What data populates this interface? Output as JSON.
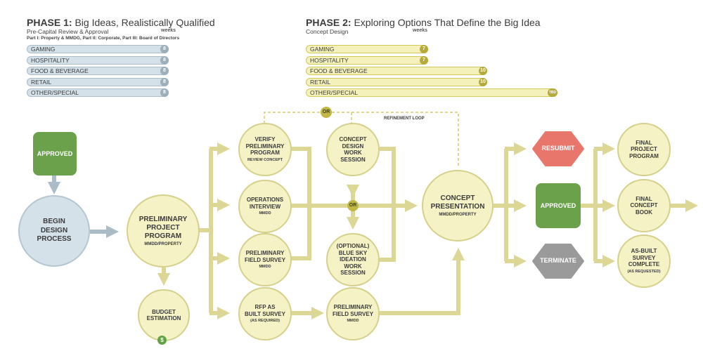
{
  "phase1": {
    "label": "PHASE 1:",
    "title": " Big Ideas, Realistically Qualified",
    "subtitle": "Pre-Capital Review & Approval",
    "weeks_label": "weeks",
    "parts": "Part I: Property & MMDG, Part II: Corporate, Part III: Board of Directors",
    "bars": [
      {
        "label": "GAMING",
        "weeks": "8"
      },
      {
        "label": "HOSPITALITY",
        "weeks": "8"
      },
      {
        "label": "FOOD & BEVERAGE",
        "weeks": "8"
      },
      {
        "label": "RETAIL",
        "weeks": "8"
      },
      {
        "label": "OTHER/SPECIAL",
        "weeks": "8"
      }
    ]
  },
  "phase2": {
    "label": "PHASE 2:",
    "title": " Exploring Options That Define the Big Idea",
    "subtitle": "Concept Design",
    "weeks_label": "weeks",
    "bars": [
      {
        "label": "GAMING",
        "weeks": "7"
      },
      {
        "label": "HOSPITALITY",
        "weeks": "7"
      },
      {
        "label": "FOOD & BEVERAGE",
        "weeks": "10"
      },
      {
        "label": "RETAIL",
        "weeks": "10"
      },
      {
        "label": "OTHER/SPECIAL",
        "weeks": "TBD"
      }
    ]
  },
  "flow": {
    "approved_start": "APPROVED",
    "begin": "BEGIN\nDESIGN\nPROCESS",
    "prelim_program": {
      "title": "PRELIMINARY\nPROJECT\nPROGRAM",
      "sub": "MMDD/PROPERTY"
    },
    "budget": {
      "title": "BUDGET\nESTIMATION",
      "icon": "$"
    },
    "verify": {
      "title": "VERIFY\nPRELIMINARY\nPROGRAM",
      "sub": "REVIEW CONCEPT"
    },
    "operations": {
      "title": "OPERATIONS\nINTERVIEW",
      "sub": "MMDD"
    },
    "prelim_field_1": {
      "title": "PRELIMINARY\nFIELD SURVEY",
      "sub": "MMDD"
    },
    "rfp": {
      "title": "RFP AS\nBUILT SURVEY",
      "sub": "(AS REQUIRED)"
    },
    "concept_session": {
      "title": "CONCEPT\nDESIGN\nWORK\nSESSION"
    },
    "blue_sky": {
      "title": "(OPTIONAL)\nBLUE SKY\nIDEATION\nWORK\nSESSION"
    },
    "prelim_field_2": {
      "title": "PRELIMINARY\nFIELD SURVEY",
      "sub": "MMDD"
    },
    "or_top": "OR",
    "or_mid": "OR",
    "refinement": "REFINEMENT LOOP",
    "concept_presentation": {
      "title": "CONCEPT\nPRESENTATION",
      "sub": "MMDD/PROPERTY"
    },
    "resubmit": "RESUBMIT",
    "approved_end": "APPROVED",
    "terminate": "TERMINATE",
    "final_program": {
      "title": "FINAL\nPROJECT\nPROGRAM"
    },
    "final_book": {
      "title": "FINAL\nCONCEPT\nBOOK"
    },
    "as_built": {
      "title": "AS-BUILT\nSURVEY\nCOMPLETE",
      "sub": "(AS REQUESTED)"
    }
  },
  "colors": {
    "arrow": "#dcd794",
    "node_fill": "#f5f3c5",
    "approved_green": "#6aa14a",
    "resubmit_red": "#e8766a",
    "terminate_gray": "#9a9a9a",
    "begin_blue": "#d4e1e9"
  }
}
